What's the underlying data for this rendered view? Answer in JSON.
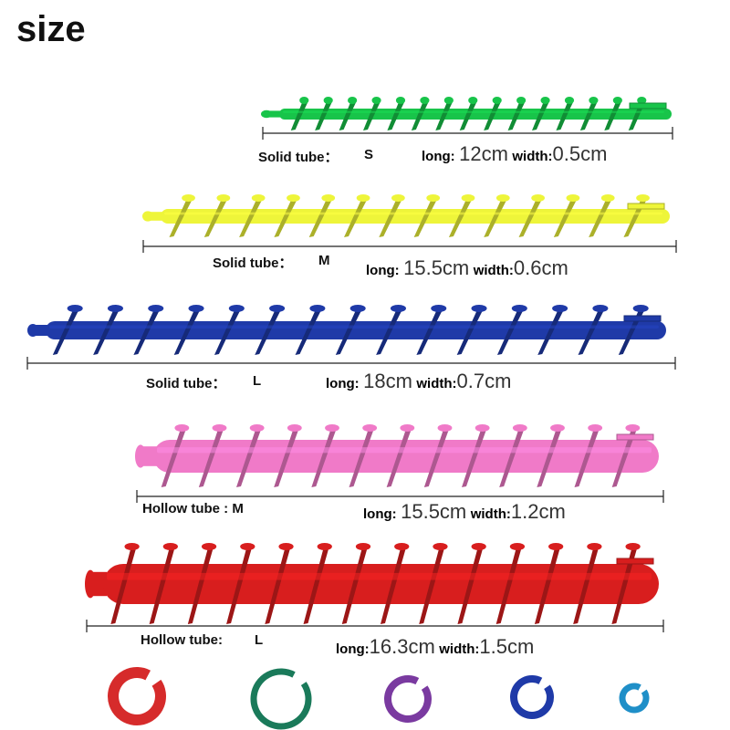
{
  "title": "size",
  "tubes": [
    {
      "type_label": "Solid tube：",
      "size_label": "S",
      "long_label": "long:",
      "long_value": "12cm",
      "width_label": "width:",
      "width_value": "0.5cm",
      "color": "#18c44a"
    },
    {
      "type_label": "Solid tube：",
      "size_label": "M",
      "long_label": "long:",
      "long_value": "15.5cm",
      "width_label": "width:",
      "width_value": "0.6cm",
      "color": "#eef53a"
    },
    {
      "type_label": "Solid tube：",
      "size_label": "L",
      "long_label": "long:",
      "long_value": "18cm",
      "width_label": "width:",
      "width_value": "0.7cm",
      "color": "#1f3aa8"
    },
    {
      "type_label": "Hollow tube : M",
      "size_label": "",
      "long_label": "long:",
      "long_value": "15.5cm",
      "width_label": "width:",
      "width_value": "1.2cm",
      "color": "#f07ac8"
    },
    {
      "type_label": "Hollow tube:",
      "size_label": "L",
      "long_label": "long:",
      "long_value": "16.3cm",
      "width_label": "width:",
      "width_value": "1.5cm",
      "color": "#d81e1e"
    }
  ],
  "rings": [
    {
      "color": "#d62b2b"
    },
    {
      "color": "#1a7a5a"
    },
    {
      "color": "#7a3aa0"
    },
    {
      "color": "#1f3aa8"
    },
    {
      "color": "#1f8fc8"
    }
  ]
}
